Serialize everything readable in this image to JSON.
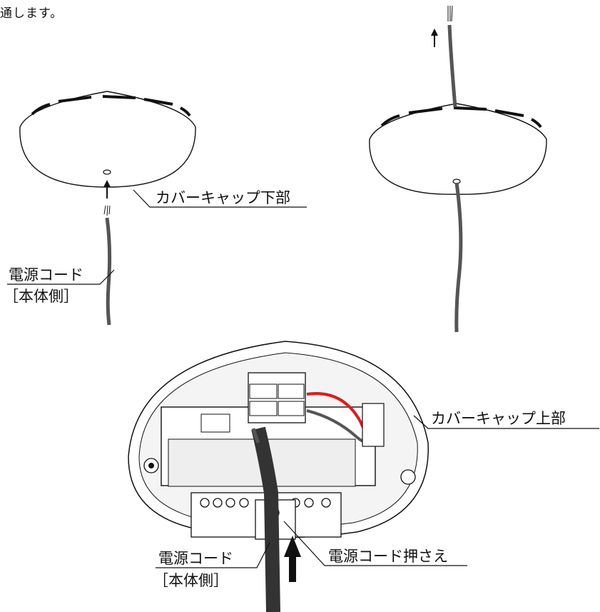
{
  "intro_text": "通します。",
  "labels": {
    "cover_cap_bottom": "カバーキャップ下部",
    "power_cord_1": "電源コード",
    "body_side_1": "［本体側］",
    "cover_cap_top": "カバーキャップ上部",
    "power_cord_2": "電源コード",
    "body_side_2": "［本体側］",
    "cord_clamp": "電源コード押さえ"
  },
  "colors": {
    "line": "#111111",
    "cord": "#555555",
    "red_wire": "#d42020",
    "background": "#ffffff"
  },
  "icons": [
    "up-arrow-icon",
    "thick-up-arrow-icon"
  ]
}
